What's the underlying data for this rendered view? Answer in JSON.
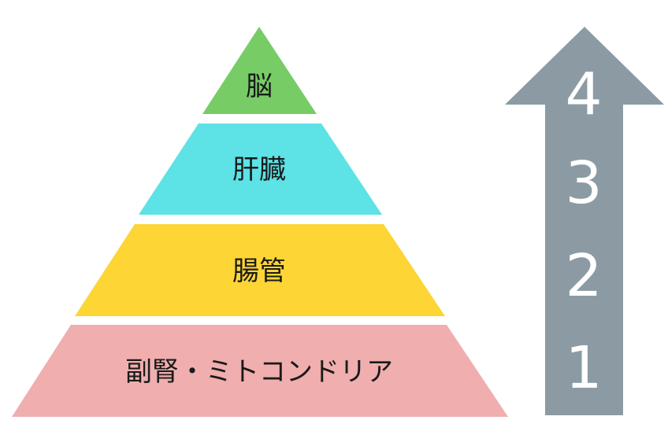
{
  "pyramid": {
    "levels": [
      {
        "label": "脳",
        "color": "#77cc66"
      },
      {
        "label": "肝臓",
        "color": "#5de2e6"
      },
      {
        "label": "腸管",
        "color": "#fdd535"
      },
      {
        "label": "副腎・ミトコンドリア",
        "color": "#f0aeae"
      }
    ],
    "text_color": "#1a1a1a"
  },
  "arrow": {
    "color": "#8c9ba3",
    "numbers": [
      "4",
      "3",
      "2",
      "1"
    ],
    "number_color": "#ffffff"
  }
}
